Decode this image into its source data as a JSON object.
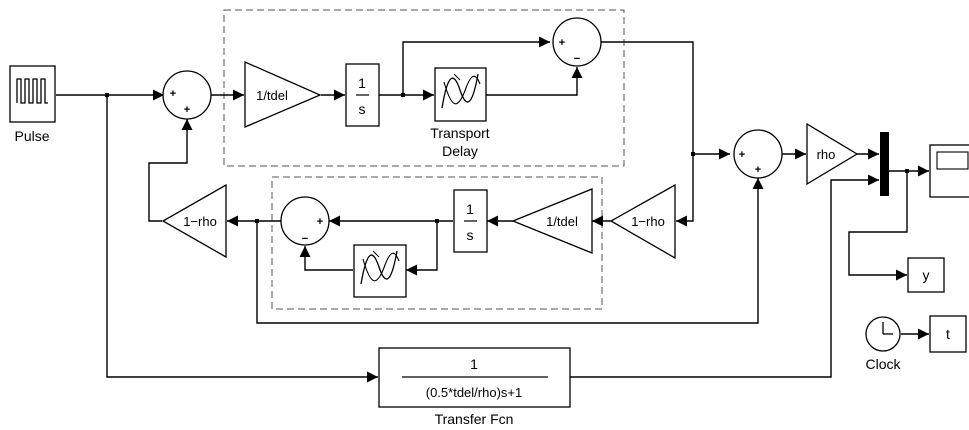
{
  "blocks": {
    "pulse": "Pulse",
    "gain_tdel_top": "1/tdel",
    "integrator_top_num": "1",
    "integrator_top_den": "s",
    "transport_delay_line1": "Transport",
    "transport_delay_line2": "Delay",
    "gain_rho": "rho",
    "gain_1_minus_rho_right": "1−rho",
    "gain_tdel_bottom": "1/tdel",
    "integrator_bottom_num": "1",
    "integrator_bottom_den": "s",
    "gain_1_minus_rho_left": "1−rho",
    "transfer_fcn_num": "1",
    "transfer_fcn_den": "(0.5*tdel/rho)s+1",
    "transfer_fcn_label": "Transfer Fcn",
    "to_workspace_y": "y",
    "to_workspace_t": "t",
    "clock": "Clock"
  },
  "signs": {
    "sum1_a": "+",
    "sum1_b": "+",
    "sum2_a": "+",
    "sum2_b": "−",
    "sum3_a": "+",
    "sum3_b": "+",
    "sum4_a": "−",
    "sum4_b": "+"
  }
}
